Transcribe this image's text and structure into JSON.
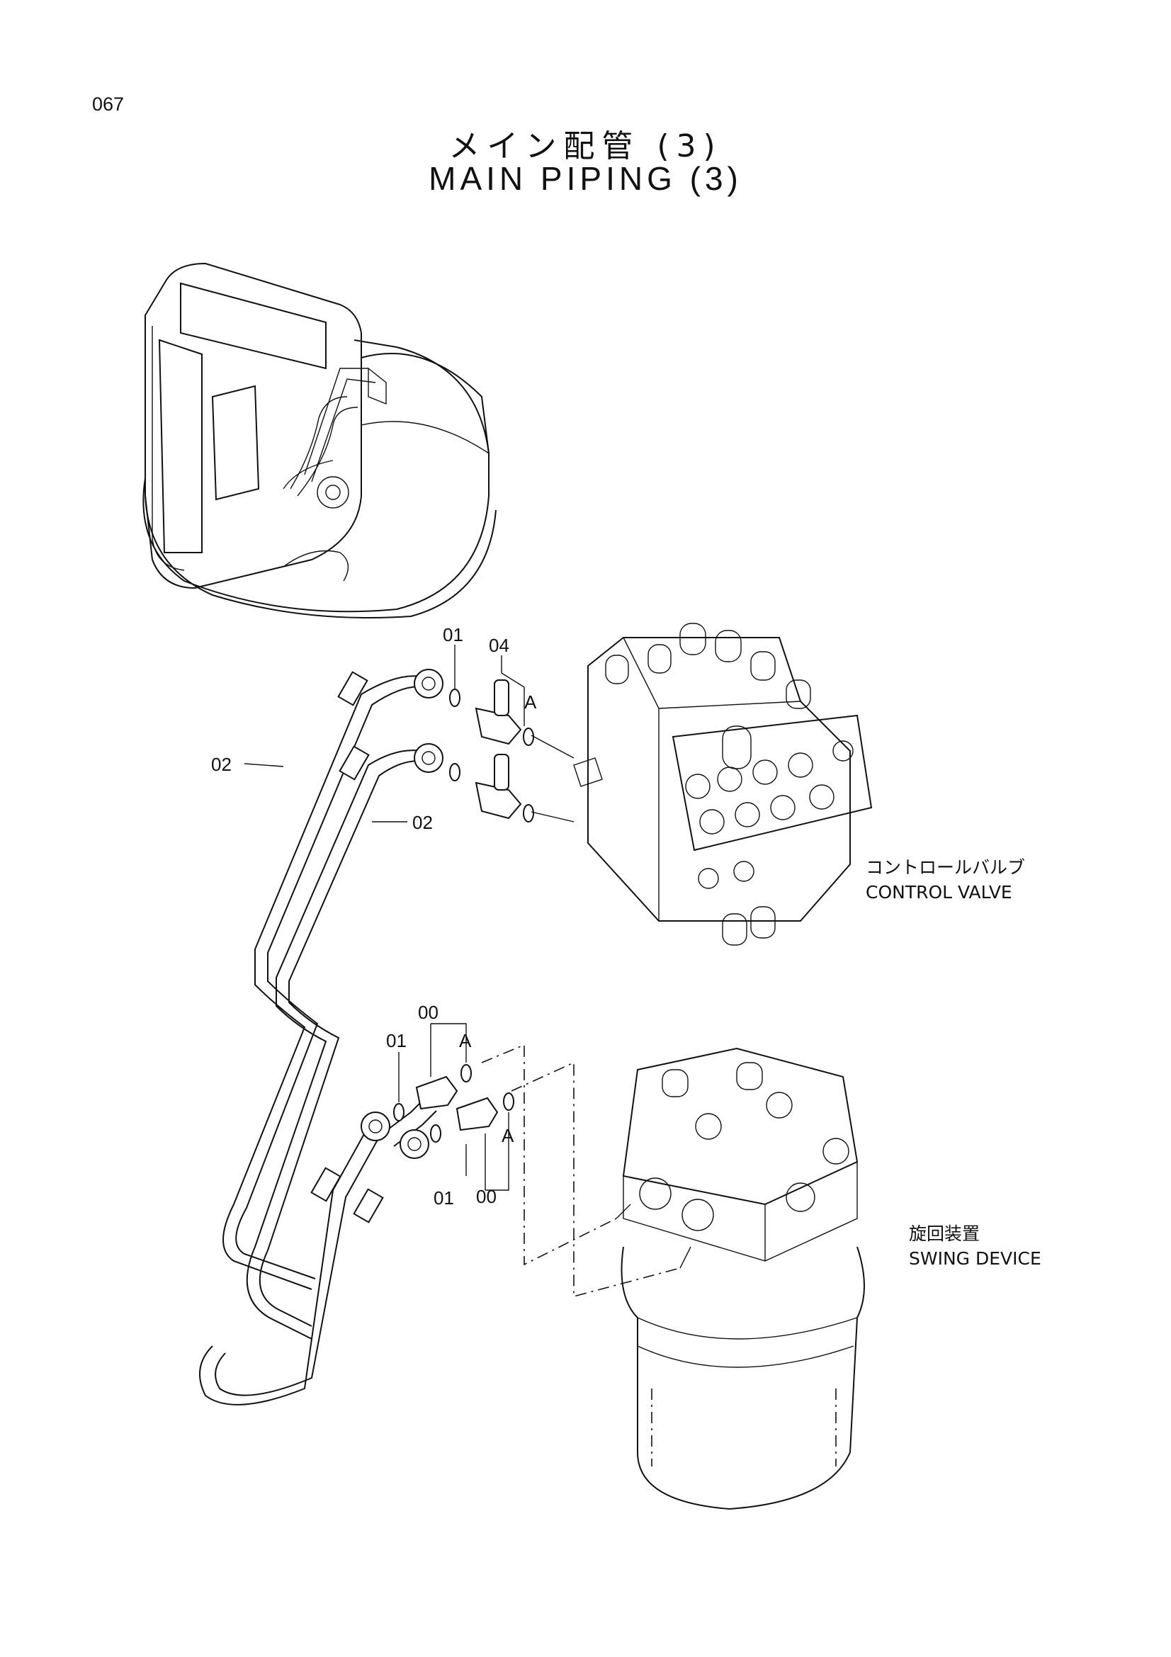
{
  "page": {
    "number": "067"
  },
  "title": {
    "jp": "メイン配管 (3)",
    "en": "MAIN PIPING (3)"
  },
  "callouts": {
    "top_o_ring": "01",
    "top_fitting": "04",
    "top_ref_a": "A",
    "hose_upper_left": "02",
    "hose_upper_right": "02",
    "bottom_o_ring_upper": "01",
    "bottom_fitting_upper": "00",
    "bottom_ref_a_upper": "A",
    "bottom_ref_a_lower": "A",
    "bottom_o_ring_lower": "01",
    "bottom_fitting_lower": "00"
  },
  "components": {
    "control_valve": {
      "jp": "コントロールバルブ",
      "en": "CONTROL VALVE"
    },
    "swing_device": {
      "jp": "旋回装置",
      "en": "SWING DEVICE"
    }
  }
}
